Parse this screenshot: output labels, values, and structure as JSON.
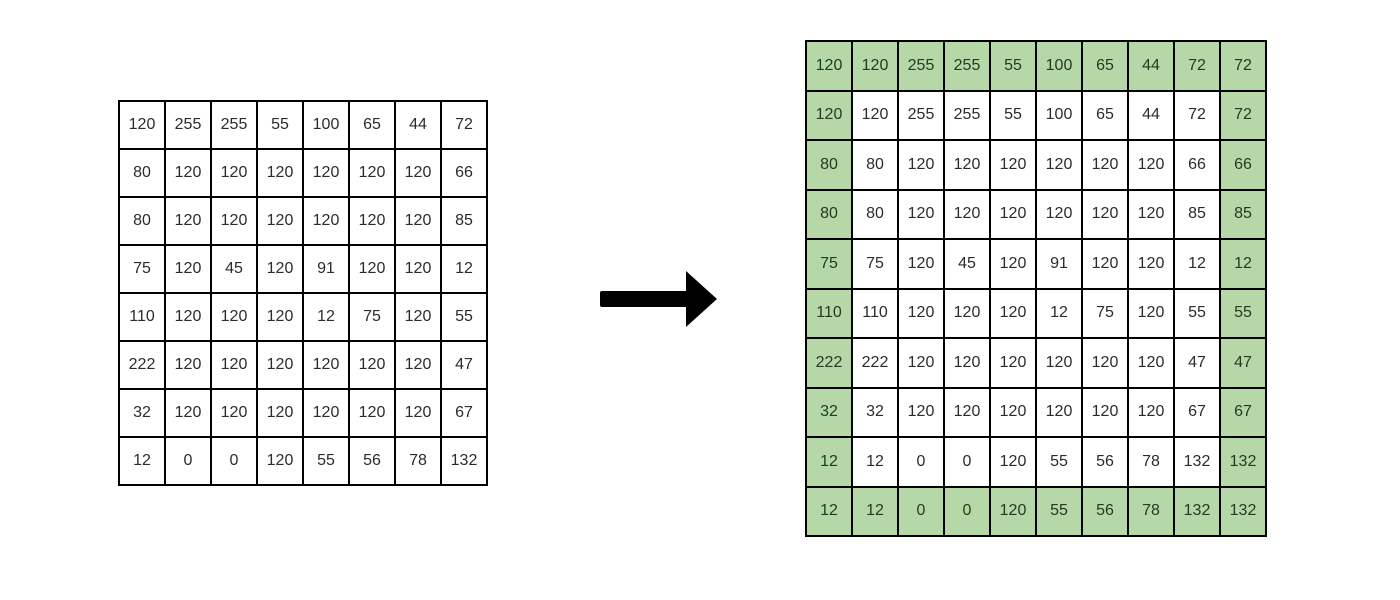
{
  "original_grid": {
    "highlight_edges": false,
    "rows": [
      [
        120,
        255,
        255,
        55,
        100,
        65,
        44,
        72
      ],
      [
        80,
        120,
        120,
        120,
        120,
        120,
        120,
        66
      ],
      [
        80,
        120,
        120,
        120,
        120,
        120,
        120,
        85
      ],
      [
        75,
        120,
        45,
        120,
        91,
        120,
        120,
        12
      ],
      [
        110,
        120,
        120,
        120,
        12,
        75,
        120,
        55
      ],
      [
        222,
        120,
        120,
        120,
        120,
        120,
        120,
        47
      ],
      [
        32,
        120,
        120,
        120,
        120,
        120,
        120,
        67
      ],
      [
        12,
        0,
        0,
        120,
        55,
        56,
        78,
        132
      ]
    ]
  },
  "padded_grid": {
    "highlight_edges": true,
    "rows": [
      [
        120,
        120,
        255,
        255,
        55,
        100,
        65,
        44,
        72,
        72
      ],
      [
        120,
        120,
        255,
        255,
        55,
        100,
        65,
        44,
        72,
        72
      ],
      [
        80,
        80,
        120,
        120,
        120,
        120,
        120,
        120,
        66,
        66
      ],
      [
        80,
        80,
        120,
        120,
        120,
        120,
        120,
        120,
        85,
        85
      ],
      [
        75,
        75,
        120,
        45,
        120,
        91,
        120,
        120,
        12,
        12
      ],
      [
        110,
        110,
        120,
        120,
        120,
        12,
        75,
        120,
        55,
        55
      ],
      [
        222,
        222,
        120,
        120,
        120,
        120,
        120,
        120,
        47,
        47
      ],
      [
        32,
        32,
        120,
        120,
        120,
        120,
        120,
        120,
        67,
        67
      ],
      [
        12,
        12,
        0,
        0,
        120,
        55,
        56,
        78,
        132,
        132
      ],
      [
        12,
        12,
        0,
        0,
        120,
        55,
        56,
        78,
        132,
        132
      ]
    ]
  },
  "colors": {
    "pad_highlight": "#b6d7a8",
    "grid_border": "#000000",
    "arrow": "#000000",
    "background": "#ffffff"
  }
}
